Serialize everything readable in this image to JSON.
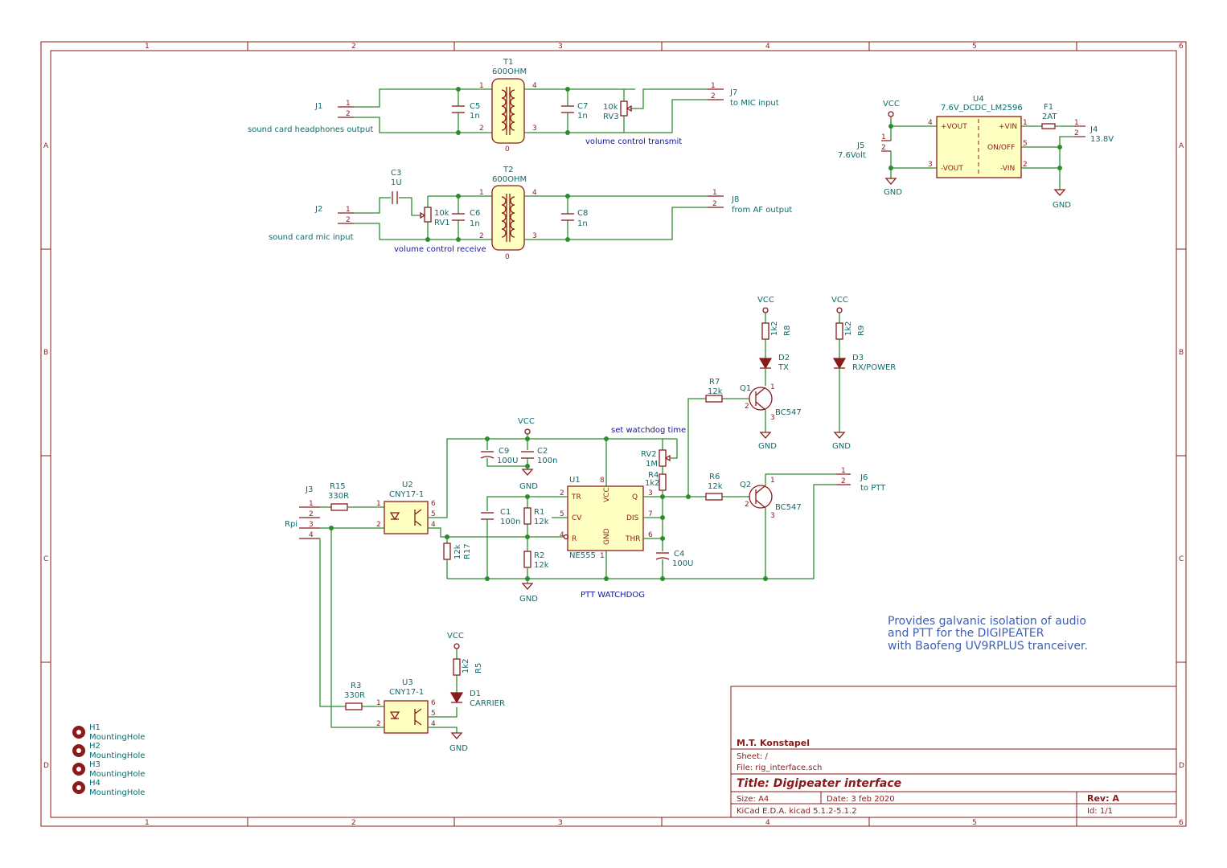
{
  "frame": {
    "cols": [
      "1",
      "2",
      "3",
      "4",
      "5",
      "6"
    ],
    "rows": [
      "A",
      "B",
      "C",
      "D"
    ]
  },
  "title_block": {
    "author": "M.T. Konstapel",
    "sheet": "Sheet: /",
    "file": "File: rig_interface.sch",
    "title": "Title: Digipeater interface",
    "size": "Size: A4",
    "date": "Date: 3 feb 2020",
    "rev": "Rev: A",
    "tool": "KiCad E.D.A.  kicad 5.1.2-5.1.2",
    "id": "Id: 1/1"
  },
  "note": [
    "Provides galvanic isolation of audio",
    "and PTT for the DIGIPEATER",
    "with Baofeng UV9RPLUS tranceiver."
  ],
  "audio_tx": {
    "j1": "J1",
    "j1_label": "sound card headphones output",
    "t1_ref": "T1",
    "t1_val": "600OHM",
    "c5_ref": "C5",
    "c5_val": "1n",
    "c7_ref": "C7",
    "c7_val": "1n",
    "rv3_ref": "RV3",
    "rv3_val": "10k",
    "j7": "J7",
    "j7_label": "to MIC input",
    "net": "volume control transmit"
  },
  "audio_rx": {
    "j2": "J2",
    "j2_label": "sound card mic input",
    "c3_ref": "C3",
    "c3_val": "1U",
    "rv1_ref": "RV1",
    "rv1_val": "10k",
    "c6_ref": "C6",
    "c6_val": "1n",
    "t2_ref": "T2",
    "t2_val": "600OHM",
    "c8_ref": "C8",
    "c8_val": "1n",
    "j8": "J8",
    "j8_label": "from AF output",
    "net": "volume control receive"
  },
  "power": {
    "vcc": "VCC",
    "gnd": "GND",
    "u4_ref": "U4",
    "u4_val": "7.6V_DCDC_LM2596",
    "pins": [
      "+VOUT",
      "-VOUT",
      "+VIN",
      "ON/OFF",
      "-VIN"
    ],
    "f1_ref": "F1",
    "f1_val": "2AT",
    "j4": "J4",
    "j4_label": "13.8V",
    "j5": "J5",
    "j5_label": "7.6Volt"
  },
  "leds": {
    "r8_val": "1k2",
    "r8_ref": "R8",
    "d2_ref": "D2",
    "d2_val": "TX",
    "r9_val": "1k2",
    "r9_ref": "R9",
    "d3_ref": "D3",
    "d3_val": "RX/POWER",
    "r5_val": "1k2",
    "r5_ref": "R5",
    "d1_ref": "D1",
    "d1_val": "CARRIER"
  },
  "transistors": {
    "r7_ref": "R7",
    "r7_val": "12k",
    "q1_ref": "Q1",
    "q1_val": "BC547",
    "r6_ref": "R6",
    "r6_val": "12k",
    "q2_ref": "Q2",
    "q2_val": "BC547",
    "j6": "J6",
    "j6_label": "to PTT"
  },
  "watchdog": {
    "u1_ref": "U1",
    "u1_val": "NE555",
    "u1_pins": [
      "TR",
      "CV",
      "R",
      "VCC",
      "GND",
      "Q",
      "DIS",
      "THR"
    ],
    "c9_ref": "C9",
    "c9_val": "100U",
    "c2_ref": "C2",
    "c2_val": "100n",
    "c1_ref": "C1",
    "c1_val": "100n",
    "r1_ref": "R1",
    "r1_val": "12k",
    "r2_ref": "R2",
    "r2_val": "12k",
    "r17_val": "12k",
    "r17_ref": "R17",
    "rv2_ref": "RV2",
    "rv2_val": "1M",
    "r4_ref": "R4",
    "r4_val": "1k2",
    "c4_ref": "C4",
    "c4_val": "100U",
    "net_time": "set watchdog time",
    "net_wd": "PTT WATCHDOG"
  },
  "opto": {
    "j3": "J3",
    "j3_label": "Rpi",
    "r15_ref": "R15",
    "r15_val": "330R",
    "u2_ref": "U2",
    "u2_val": "CNY17-1",
    "r3_ref": "R3",
    "r3_val": "330R",
    "u3_ref": "U3",
    "u3_val": "CNY17-1"
  },
  "holes": [
    {
      "ref": "H1",
      "val": "MountingHole"
    },
    {
      "ref": "H2",
      "val": "MountingHole"
    },
    {
      "ref": "H3",
      "val": "MountingHole"
    },
    {
      "ref": "H4",
      "val": "MountingHole"
    }
  ]
}
